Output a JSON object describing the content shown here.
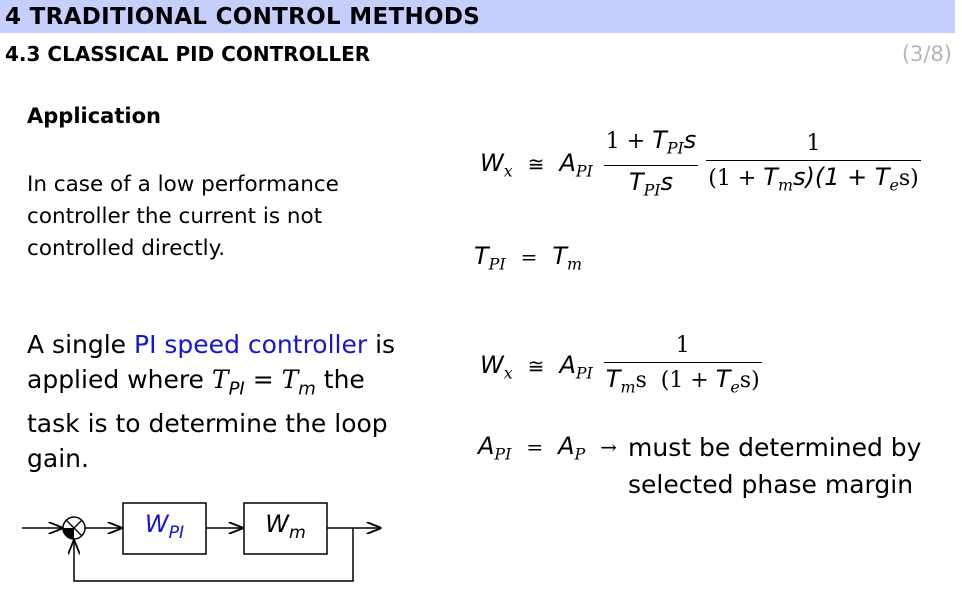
{
  "header": {
    "chapter": "4 TRADITIONAL CONTROL METHODS",
    "section": "4.3 CLASSICAL PID CONTROLLER",
    "page": "(3/8)"
  },
  "left": {
    "title": "Application",
    "paragraph1": "In case of a low performance controller the current is not controlled directly.",
    "paragraph2": {
      "part1": "A single ",
      "highlight": "PI speed controller",
      "part2": " is applied where ",
      "condition_lhs": "T",
      "condition_lhs_sub": "PI",
      "condition_eq": " = ",
      "condition_rhs": "T",
      "condition_rhs_sub": "m",
      "part3": " the task is to determine the loop gain."
    }
  },
  "equations": {
    "eq1": {
      "lhs": "W",
      "lhs_sub": "x",
      "rel": "≅",
      "gain": "A",
      "gain_sub": "PI",
      "frac1_num_a": "1 + ",
      "frac1_num_t": "T",
      "frac1_num_sub": "PI",
      "frac1_num_s": "s",
      "frac1_den_t": "T",
      "frac1_den_sub": "PI",
      "frac1_den_s": "s",
      "frac2_num": "1",
      "frac2_den_a": "(1 + ",
      "frac2_den_t1": "T",
      "frac2_den_sub1": "m",
      "frac2_den_b": "s)(1 + ",
      "frac2_den_t2": "T",
      "frac2_den_sub2": "e",
      "frac2_den_c": "s)"
    },
    "eq2": {
      "lhs": "T",
      "lhs_sub": "PI",
      "rel": "=",
      "rhs": "T",
      "rhs_sub": "m"
    },
    "eq3": {
      "lhs": "W",
      "lhs_sub": "x",
      "rel": "≅",
      "gain": "A",
      "gain_sub": "PI",
      "num": "1",
      "den_t1": "T",
      "den_sub1": "m",
      "den_a": "s  (1 + ",
      "den_t2": "T",
      "den_sub2": "e",
      "den_b": "s)"
    },
    "eq4": {
      "lhs": "A",
      "lhs_sub": "PI",
      "rel": "=",
      "rhs": "A",
      "rhs_sub": "P",
      "arrow": "→",
      "text_line1": "must be determined by",
      "text_line2": "selected phase margin"
    }
  },
  "diagram": {
    "block1": "W",
    "block1_sub": "PI",
    "block2": "W",
    "block2_sub": "m",
    "colors": {
      "block1_text": "#1515d6",
      "block2_text": "#000000"
    }
  },
  "colors": {
    "header_bg": "#c6cffb",
    "highlight": "#1515d6",
    "page_number": "#b5b5b5"
  }
}
